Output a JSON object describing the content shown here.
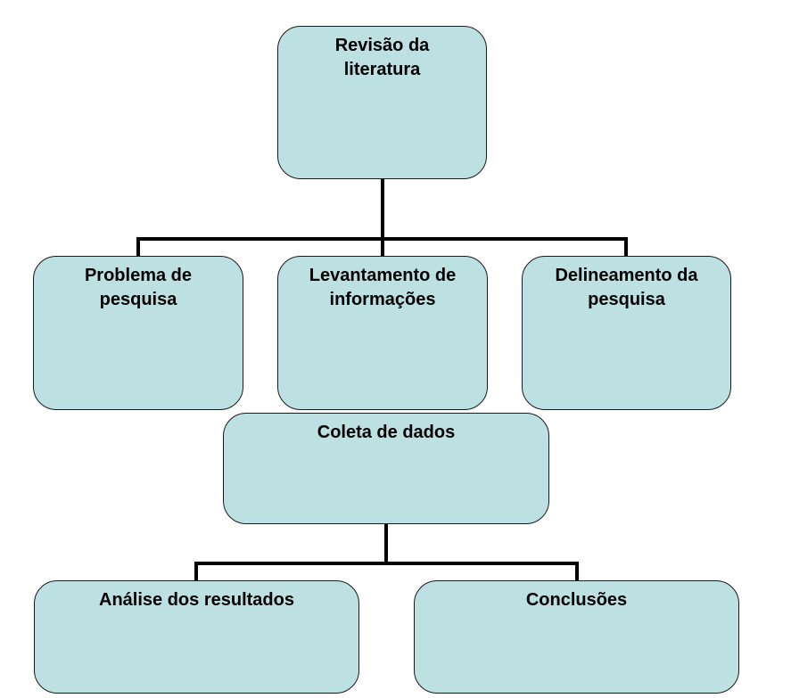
{
  "diagram": {
    "nodes": {
      "revisao": {
        "line1": "Revisão da",
        "line2": "literatura"
      },
      "problema": {
        "line1": "Problema de",
        "line2": "pesquisa"
      },
      "levantamento": {
        "line1": "Levantamento de",
        "line2": "informações"
      },
      "delineamento": {
        "line1": "Delineamento da",
        "line2": "pesquisa"
      },
      "coleta": {
        "line1": "Coleta de dados"
      },
      "analise": {
        "line1": "Análise dos resultados"
      },
      "conclusoes": {
        "line1": "Conclusões"
      }
    },
    "edges": [
      {
        "from": "revisao",
        "to": "problema"
      },
      {
        "from": "revisao",
        "to": "levantamento"
      },
      {
        "from": "revisao",
        "to": "delineamento"
      },
      {
        "from": "coleta",
        "to": "analise"
      },
      {
        "from": "coleta",
        "to": "conclusoes"
      }
    ],
    "colors": {
      "box_fill": "#bde0e3",
      "box_border": "#1a1a1a",
      "connector": "#000000"
    }
  }
}
